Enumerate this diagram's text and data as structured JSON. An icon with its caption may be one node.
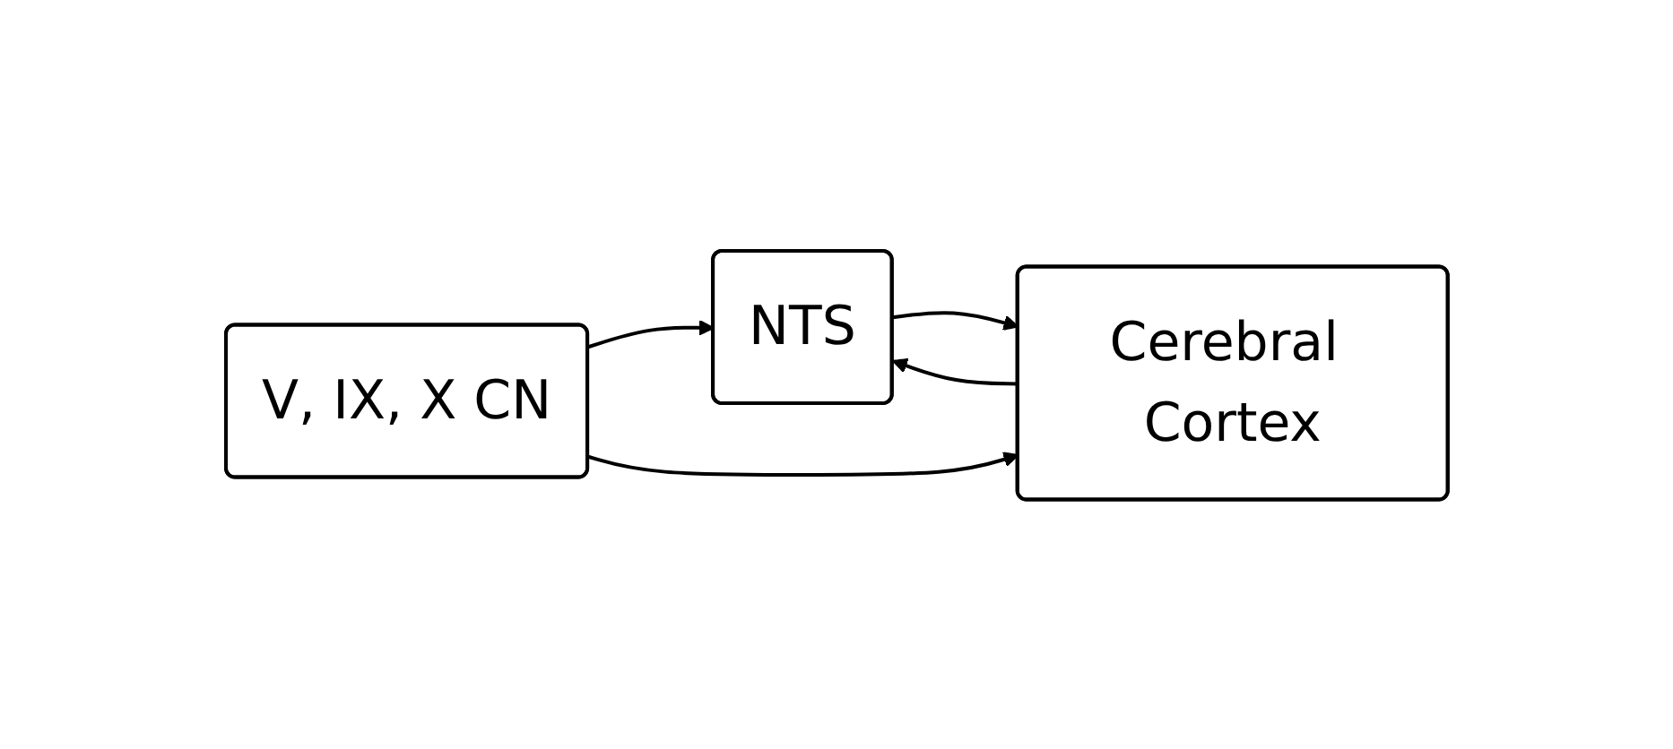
{
  "diagram": {
    "nodes": [
      {
        "text": [
          "V, IX, X CN"
        ]
      },
      {
        "text": [
          "NTS"
        ]
      },
      {
        "text": [
          "Cerebral Cortex"
        ]
      }
    ],
    "edges": [
      {
        "from": 0,
        "to": 1,
        "arrow": "to"
      },
      {
        "from": 1,
        "to": 2,
        "arrow": "to"
      },
      {
        "from": 0,
        "to": 2,
        "arrow": "to"
      },
      {
        "from": 2,
        "to": 1,
        "arrow": "to"
      }
    ]
  }
}
